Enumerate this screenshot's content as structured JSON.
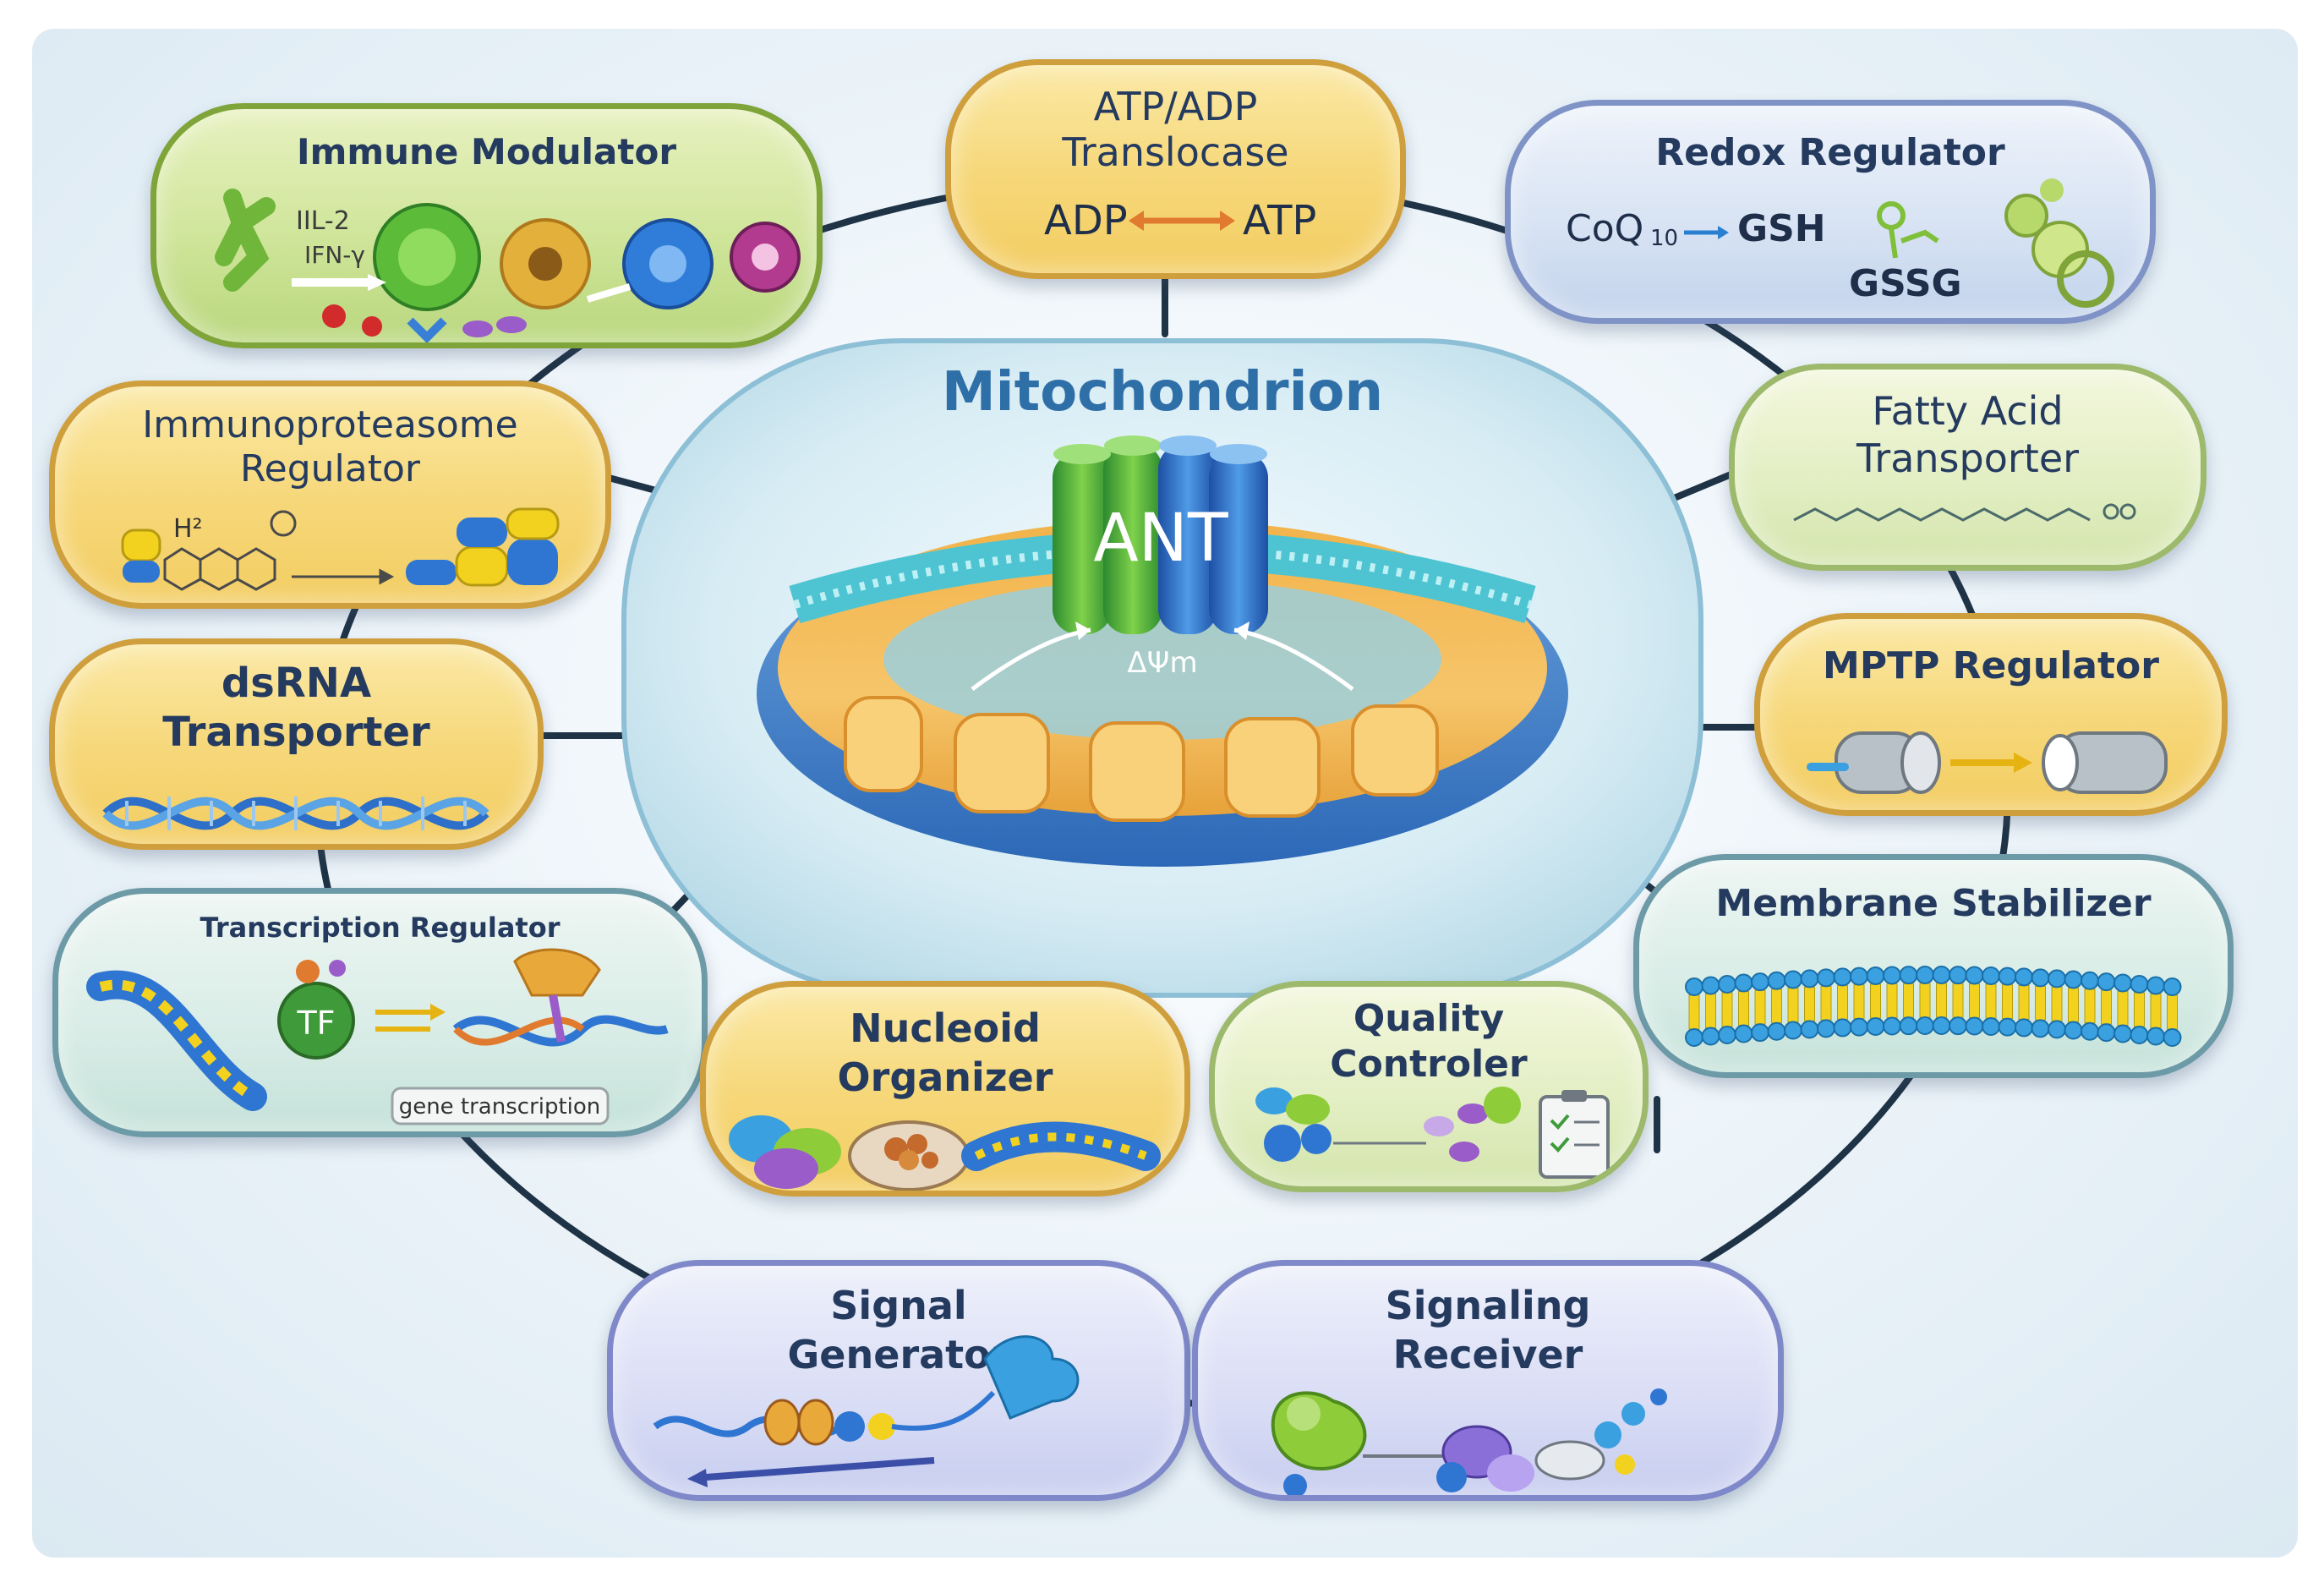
{
  "center": {
    "title": "Mitochondrion",
    "protein": "ANT",
    "potential": "ΔΨm"
  },
  "modules": {
    "immune_modulator": {
      "title": "Immune Modulator",
      "il2": "IIL-2",
      "ifn": "IFN-γ"
    },
    "atp_adp": {
      "title_line1": "ATP/ADP",
      "title_line2": "Translocase",
      "adp": "ADP",
      "atp": "ATP"
    },
    "redox": {
      "title": "Redox Regulator",
      "coq": "CoQ",
      "coq_sub": "10",
      "gsh": "GSH",
      "gssg": "GSSG"
    },
    "immunoproteasome": {
      "title_line1": "Immunoproteasome",
      "title_line2": "Regulator",
      "h": "H²"
    },
    "fatty_acid": {
      "title_line1": "Fatty Acid",
      "title_line2": "Transporter"
    },
    "dsrna": {
      "title_line1": "dsRNA",
      "title_line2": "Transporter"
    },
    "mptp": {
      "title": "MPTP Regulator"
    },
    "transcription": {
      "title": "Transcription Regulator",
      "tf": "TF",
      "gene": "gene transcription"
    },
    "membrane": {
      "title": "Membrane Stabilizer"
    },
    "nucleoid": {
      "title_line1": "Nucleoid",
      "title_line2": "Organizer"
    },
    "quality": {
      "title_line1": "Quality",
      "title_line2": "Controler"
    },
    "signal_gen": {
      "title_line1": "Signal",
      "title_line2": "Generator"
    },
    "signal_rec": {
      "title_line1": "Signaling",
      "title_line2": "Receiver"
    }
  },
  "colors": {
    "connector": "#1f3346",
    "title_text": "#243a5e",
    "mito_title": "#2f6fa8"
  }
}
